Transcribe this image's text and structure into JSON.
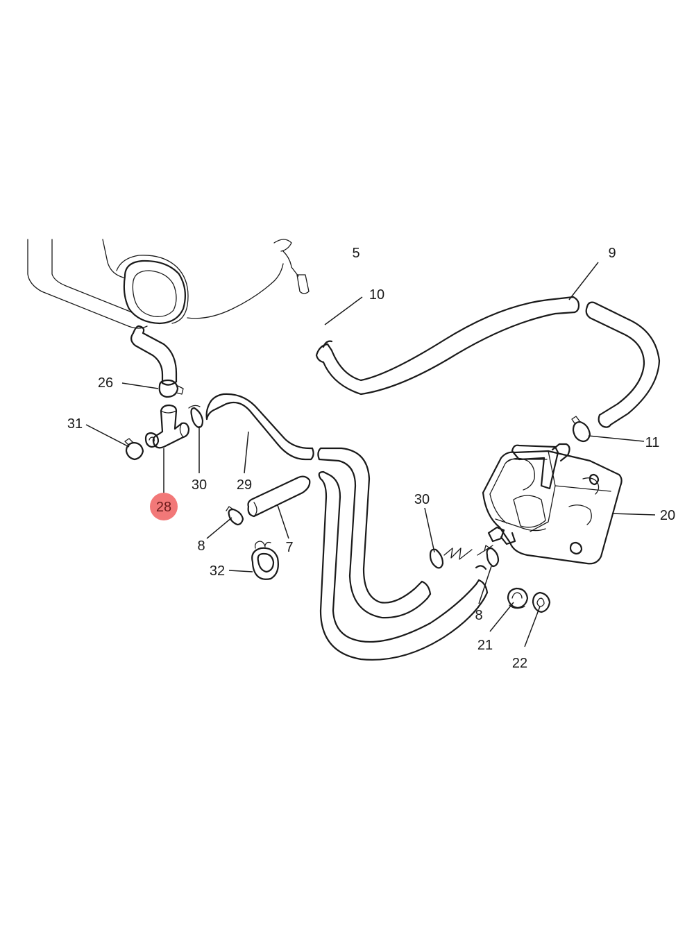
{
  "diagram": {
    "highlight_color": "#f27878",
    "line_color": "#1a1a1a",
    "parts": [
      {
        "id": "p5",
        "number": "5"
      },
      {
        "id": "p9",
        "number": "9"
      },
      {
        "id": "p10",
        "number": "10"
      },
      {
        "id": "p26",
        "number": "26"
      },
      {
        "id": "p31",
        "number": "31"
      },
      {
        "id": "p30a",
        "number": "30"
      },
      {
        "id": "p29",
        "number": "29"
      },
      {
        "id": "p28",
        "number": "28",
        "highlighted": true
      },
      {
        "id": "p8a",
        "number": "8"
      },
      {
        "id": "p7",
        "number": "7"
      },
      {
        "id": "p32",
        "number": "32"
      },
      {
        "id": "p11",
        "number": "11"
      },
      {
        "id": "p20",
        "number": "20"
      },
      {
        "id": "p30b",
        "number": "30"
      },
      {
        "id": "p8b",
        "number": "8"
      },
      {
        "id": "p21",
        "number": "21"
      },
      {
        "id": "p22",
        "number": "22"
      }
    ]
  }
}
